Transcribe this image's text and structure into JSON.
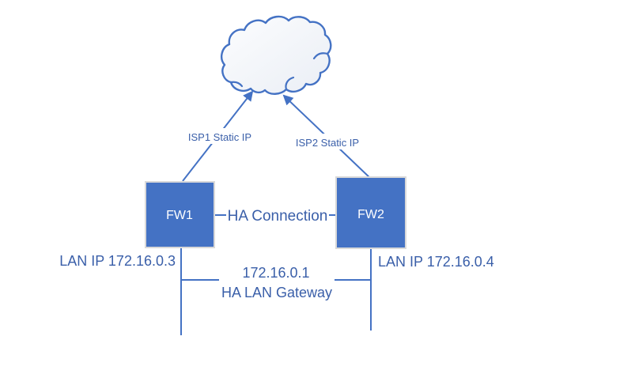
{
  "colors": {
    "shape_blue": "#4472C4",
    "text_blue": "#3A5FA9",
    "box_border_gray": "#D9D9D9",
    "cloud_fill_light": "#FCFDFE",
    "cloud_fill_shade": "#EAEEF5",
    "background": "#FFFFFF"
  },
  "icons": {
    "internet": "cloud-icon"
  },
  "nodes": {
    "fw1": {
      "label": "FW1",
      "uplink_label": "ISP1 Static IP",
      "lan_ip_label": "LAN IP 172.16.0.3"
    },
    "fw2": {
      "label": "FW2",
      "uplink_label": "ISP2 Static IP",
      "lan_ip_label": "LAN IP 172.16.0.4"
    }
  },
  "connections": {
    "ha_label": "HA Connection",
    "gateway_ip": "172.16.0.1",
    "gateway_label": "HA LAN Gateway"
  }
}
